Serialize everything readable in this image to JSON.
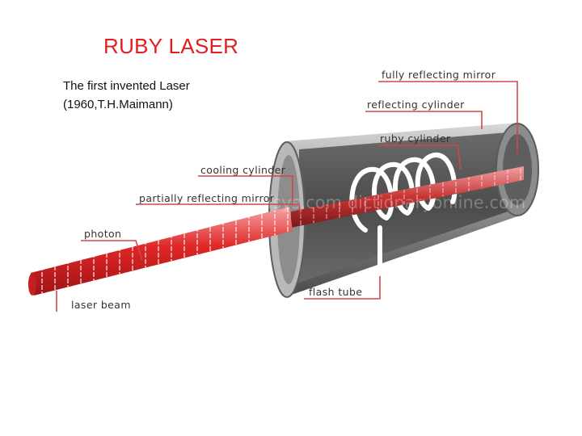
{
  "slide": {
    "title": "RUBY LASER",
    "subtitle_line1": "The first invented Laser",
    "subtitle_line2": "(1960,T.H.Maimann)"
  },
  "diagram": {
    "labels": {
      "fully_reflecting_mirror": "fully reflecting mirror",
      "reflecting_cylinder": "reflecting cylinder",
      "ruby_cylinder": "ruby cylinder",
      "cooling_cylinder": "cooling cylinder",
      "partially_reflecting_mirror": "partially reflecting mirror",
      "photon": "photon",
      "laser_beam": "laser beam",
      "flash_tube": "flash tube"
    },
    "watermark": "ikonisys.com dictionaryonline.com",
    "colors": {
      "leader_line": "#d04848",
      "beam": "#e02626",
      "cylinder": "#7c7c7c",
      "title": "#e01f1f"
    }
  }
}
